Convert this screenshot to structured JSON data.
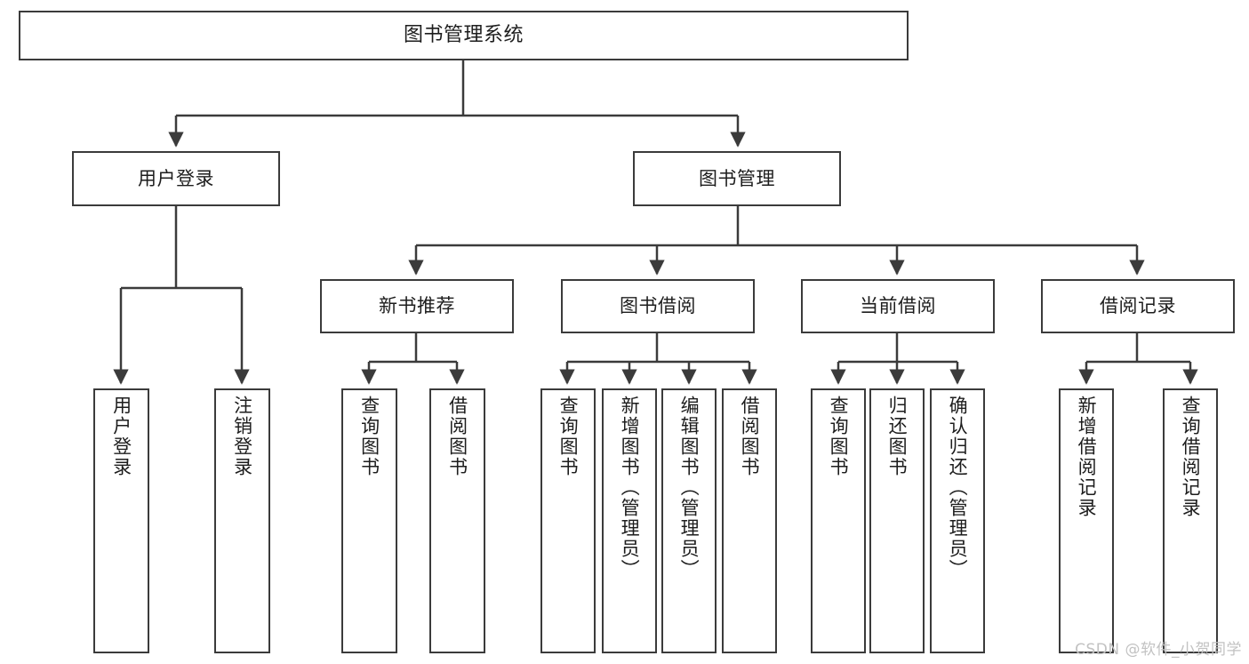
{
  "diagram": {
    "type": "tree",
    "title": "图书管理系统",
    "orientation": "top-down",
    "colors": {
      "box_border": "#3b3b3b",
      "box_fill": "#ffffff",
      "text": "#1d1d1d",
      "connector": "#3b3b3b",
      "watermark": "#c2c2c2"
    },
    "nodes": {
      "root": {
        "label": "图书管理系统"
      },
      "level1": [
        {
          "label": "用户登录"
        },
        {
          "label": "图书管理"
        }
      ],
      "level2": [
        {
          "label": "新书推荐"
        },
        {
          "label": "图书借阅"
        },
        {
          "label": "当前借阅"
        },
        {
          "label": "借阅记录"
        }
      ],
      "leaves_user_login": [
        {
          "label": "用户登录"
        },
        {
          "label": "注销登录"
        }
      ],
      "leaves_new_book": [
        {
          "label": "查询图书"
        },
        {
          "label": "借阅图书"
        }
      ],
      "leaves_borrow": [
        {
          "label": "查询图书"
        },
        {
          "label": "新增图书（管理员）"
        },
        {
          "label": "编辑图书（管理员）"
        },
        {
          "label": "借阅图书"
        }
      ],
      "leaves_current": [
        {
          "label": "查询图书"
        },
        {
          "label": "归还图书"
        },
        {
          "label": "确认归还（管理员）"
        }
      ],
      "leaves_record": [
        {
          "label": "新增借阅记录"
        },
        {
          "label": "查询借阅记录"
        }
      ]
    }
  },
  "watermark": {
    "text": "CSDN @软件_小贺同学"
  }
}
